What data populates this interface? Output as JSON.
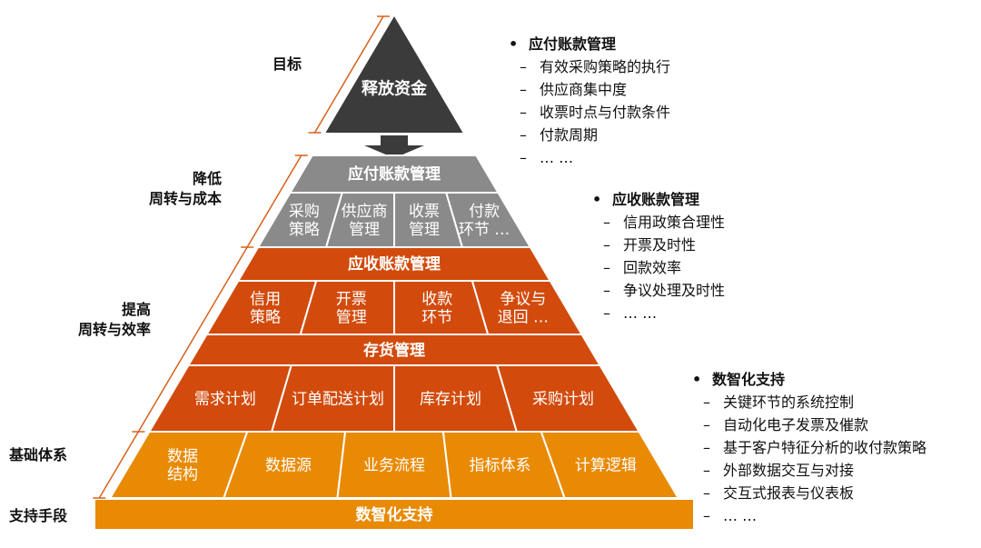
{
  "colors": {
    "dark": "#3b3b3b",
    "gray": "#8a8a8a",
    "red": "#d24b0d",
    "orange": "#e98a05",
    "bracket": "#d8601c",
    "arrow": "#3b3b3b"
  },
  "pyramid": {
    "apex": "释放资金",
    "payables": {
      "title": "应付账款管理",
      "cells": [
        "采购\n策略",
        "供应商\n管理",
        "收票\n管理",
        "付款\n环节 …"
      ]
    },
    "receivables": {
      "title": "应收账款管理",
      "cells": [
        "信用\n策略",
        "开票\n管理",
        "收款\n环节",
        "争议与\n退回 …"
      ]
    },
    "inventory": {
      "title": "存货管理",
      "cells": [
        "需求计划",
        "订单配送计划",
        "库存计划",
        "采购计划"
      ]
    },
    "foundation": {
      "cells": [
        "数据\n结构",
        "数据源",
        "业务流程",
        "指标体系",
        "计算逻辑"
      ]
    },
    "support": "数智化支持"
  },
  "side_labels": {
    "goal": "目标",
    "reduce": "降低\n周转与成本",
    "improve": "提高\n周转与效率",
    "base": "基础体系",
    "means": "支持手段"
  },
  "notes": [
    {
      "title": "应付账款管理",
      "items": [
        "有效采购策略的执行",
        "供应商集中度",
        "收票时点与付款条件",
        "付款周期",
        "… …"
      ]
    },
    {
      "title": "应收账款管理",
      "items": [
        "信用政策合理性",
        "开票及时性",
        "回款效率",
        "争议处理及时性",
        "… …"
      ]
    },
    {
      "title": "数智化支持",
      "items": [
        "关键环节的系统控制",
        "自动化电子发票及催款",
        "基于客户特征分析的收付款策略",
        "外部数据交互与对接",
        "交互式报表与仪表板",
        "… …"
      ]
    }
  ]
}
